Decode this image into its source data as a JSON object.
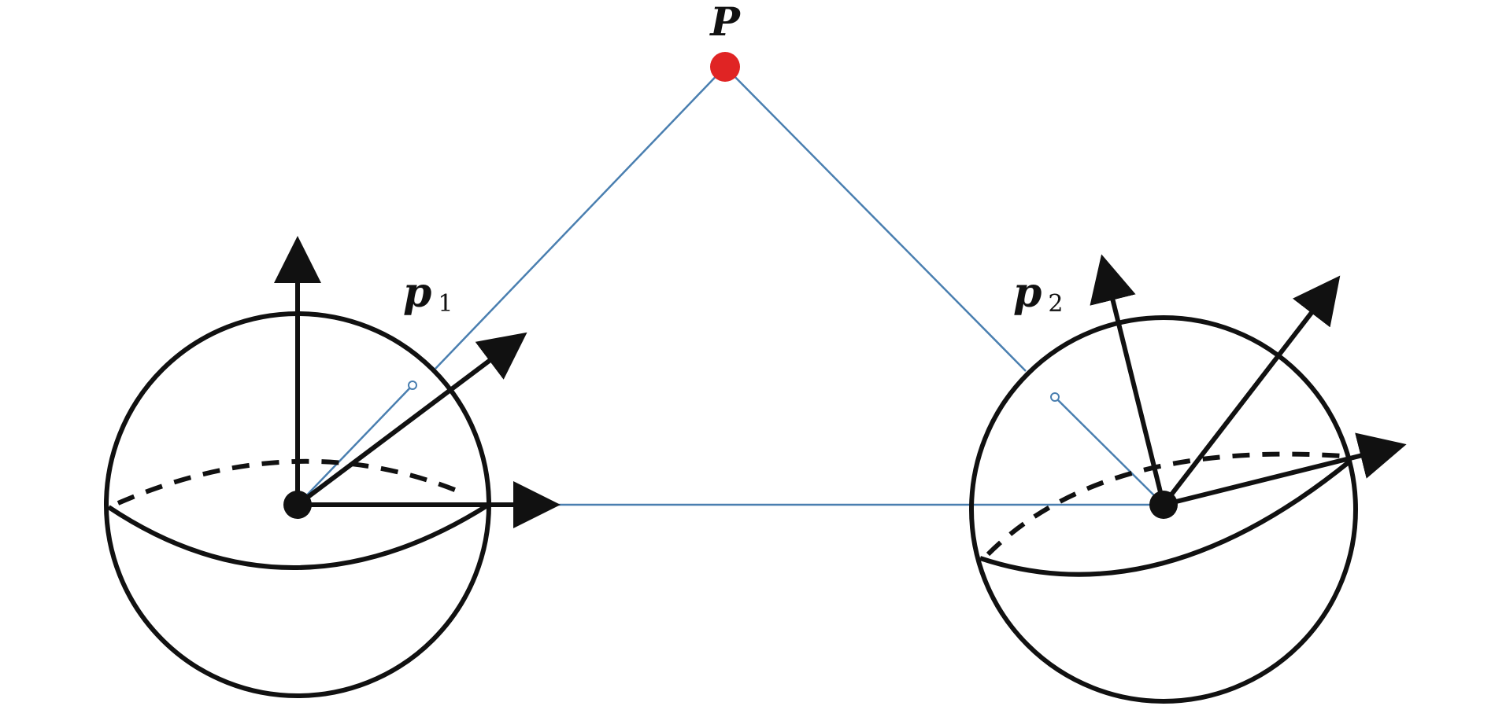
{
  "labels": {
    "point": "P",
    "image_point_1": "p",
    "image_point_1_sub": "1",
    "image_point_2": "p",
    "image_point_2_sub": "2"
  },
  "colors": {
    "ray": "#4a7fb0",
    "point": "#e02424",
    "ink": "#111111",
    "background": "#ffffff"
  }
}
